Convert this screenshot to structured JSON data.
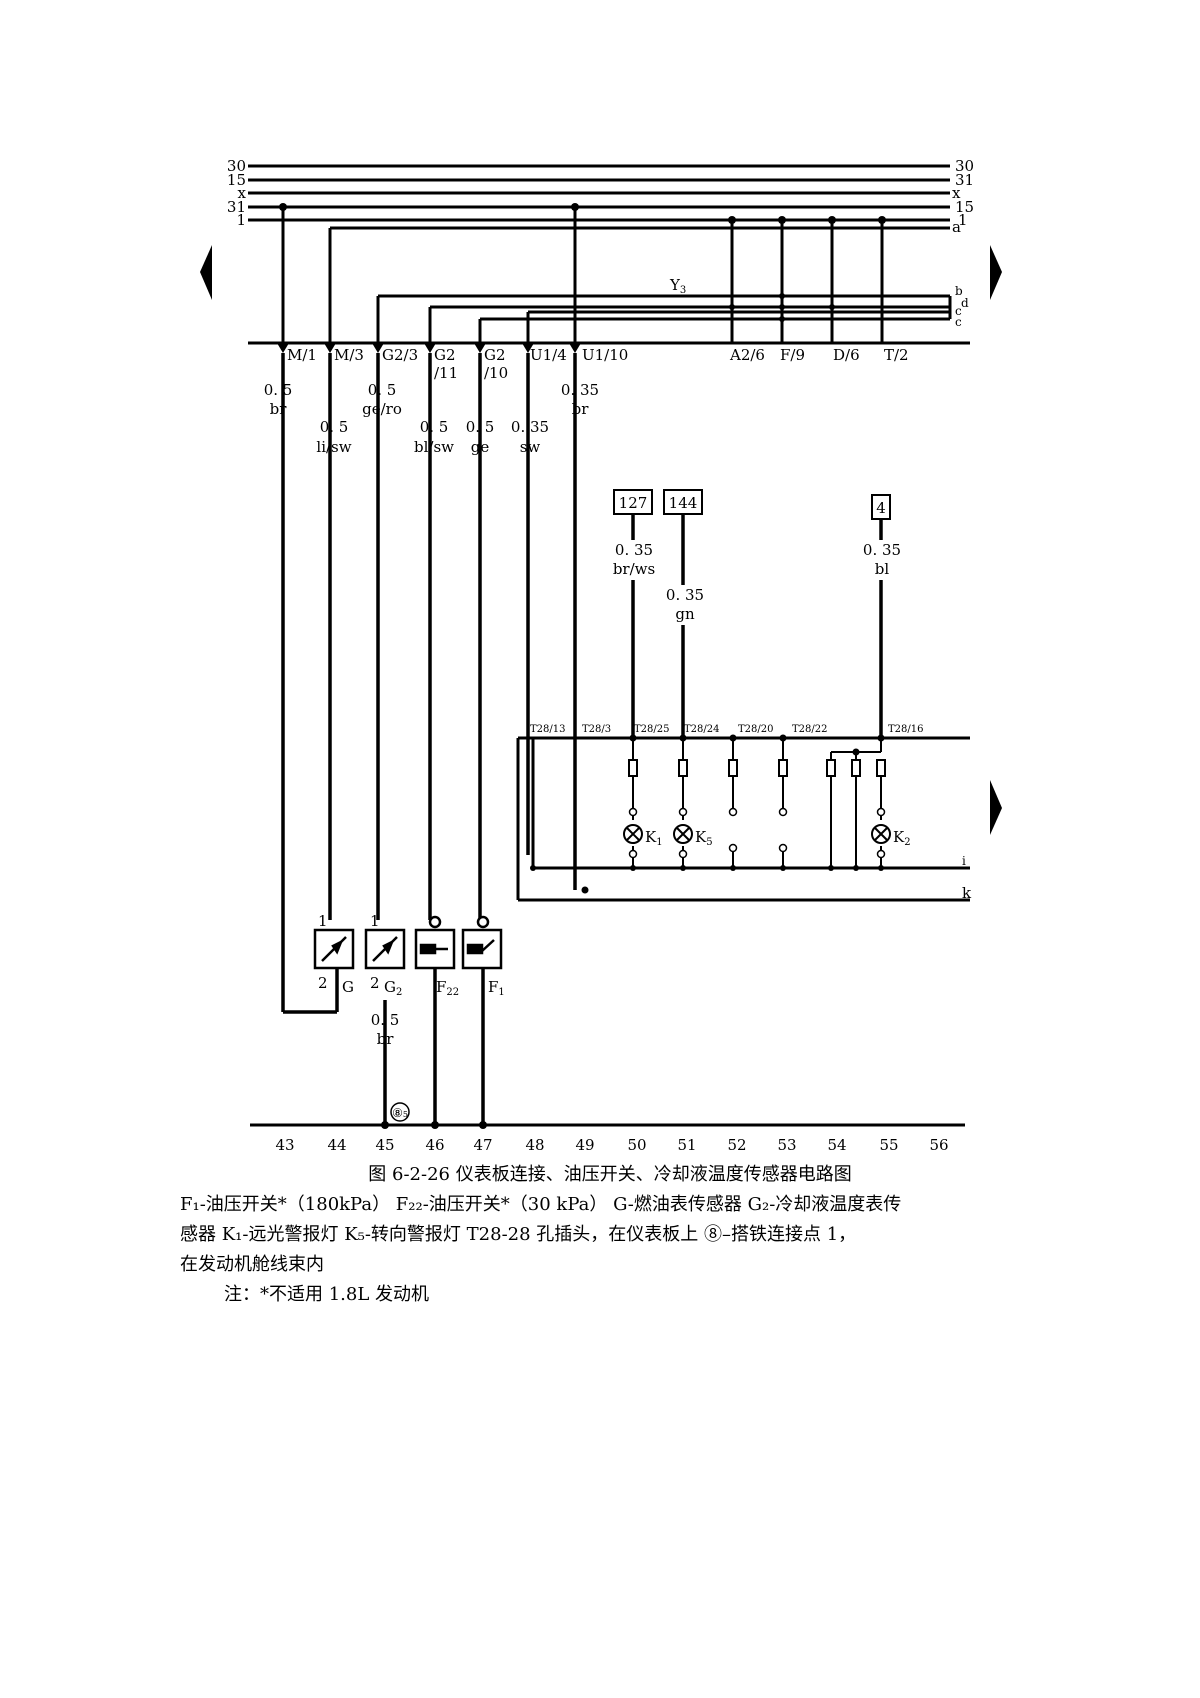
{
  "bus_left": [
    "30",
    "15",
    "x",
    "31",
    "1"
  ],
  "bus_right": [
    "30",
    "31",
    "x",
    "15",
    "1",
    "a"
  ],
  "harness_label": "Y",
  "harness_sub": "3",
  "harness_right": [
    "b",
    "d",
    "c",
    "c"
  ],
  "connectors": [
    "M/1",
    "M/3",
    "G2/3",
    "G2",
    "/11",
    "G2",
    "/10",
    "U1/4",
    "U1/10",
    "A2/6",
    "F/9",
    "D/6",
    "T/2"
  ],
  "wires": {
    "w1": [
      "0. 5",
      "br"
    ],
    "w2": [
      "0. 5",
      "li/sw"
    ],
    "w3": [
      "0. 5",
      "ge/ro"
    ],
    "w4": [
      "0. 5",
      "bl/sw"
    ],
    "w5": [
      "0. 5",
      "ge"
    ],
    "w6": [
      "0. 35",
      "sw"
    ],
    "w7": [
      "0. 35",
      "br"
    ],
    "w8": [
      "0. 35",
      "br/ws"
    ],
    "w9": [
      "0. 35",
      "gn"
    ],
    "w10": [
      "0. 35",
      "bl"
    ],
    "w11": [
      "0. 5",
      "br"
    ]
  },
  "boxes": [
    "127",
    "144",
    "4"
  ],
  "terminals": [
    "T28/13",
    "T28/3",
    "T28/25",
    "T28/24",
    "T28/20",
    "T28/22",
    "T28/16"
  ],
  "lamps": {
    "k1": "K",
    "k1_sub": "1",
    "k5": "K",
    "k5_sub": "5",
    "k2": "K",
    "k2_sub": "2"
  },
  "rails": [
    "i",
    "k"
  ],
  "sensors": {
    "g": {
      "pin1": "1",
      "pin2": "2",
      "name": "G"
    },
    "g2": {
      "pin1": "1",
      "pin2": "2",
      "name": "G",
      "sub": "2"
    },
    "f22": {
      "name": "F",
      "sub": "22"
    },
    "f1": {
      "name": "F",
      "sub": "1"
    }
  },
  "ground_symbol": "⑧",
  "ground_sub": "5",
  "positions": [
    "43",
    "44",
    "45",
    "46",
    "47",
    "48",
    "49",
    "50",
    "51",
    "52",
    "53",
    "54",
    "55",
    "56"
  ],
  "caption": {
    "title": "图 6-2-26      仪表板连接、油压开关、冷却液温度传感器电路图",
    "legend_line1": "F₁-油压开关*（180kPa）   F₂₂-油压开关*（30 kPa）   G-燃油表传感器   G₂-冷却液温度表传",
    "legend_line2": "感器    K₁-远光警报灯    K₅-转向警报灯    T28-28  孔插头，在仪表板上    ⑧–搭铁连接点  1，",
    "legend_line3": "在发动机舱线束内",
    "note": "注：*不适用 1.8L 发动机"
  }
}
